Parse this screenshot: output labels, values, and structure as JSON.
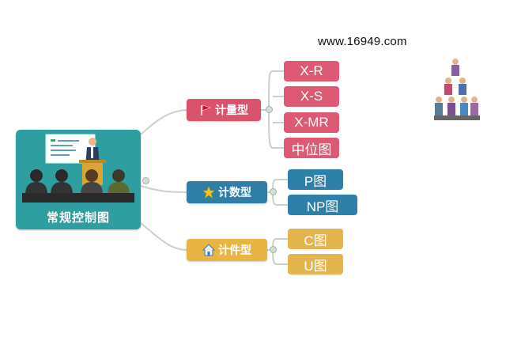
{
  "watermark": "www.16949.com",
  "root": {
    "label": "常规控制图"
  },
  "branches": [
    {
      "label": "计量型",
      "icon": "red-flag-icon",
      "color": "#d9536d",
      "children": [
        "X-R",
        "X-S",
        "X-MR",
        "中位图"
      ]
    },
    {
      "label": "计数型",
      "icon": "star-icon",
      "color": "#2e7ea6",
      "children": [
        "P图",
        "NP图"
      ]
    },
    {
      "label": "计件型",
      "icon": "house-icon",
      "color": "#e8b545",
      "children": [
        "C图",
        "U图"
      ]
    }
  ]
}
